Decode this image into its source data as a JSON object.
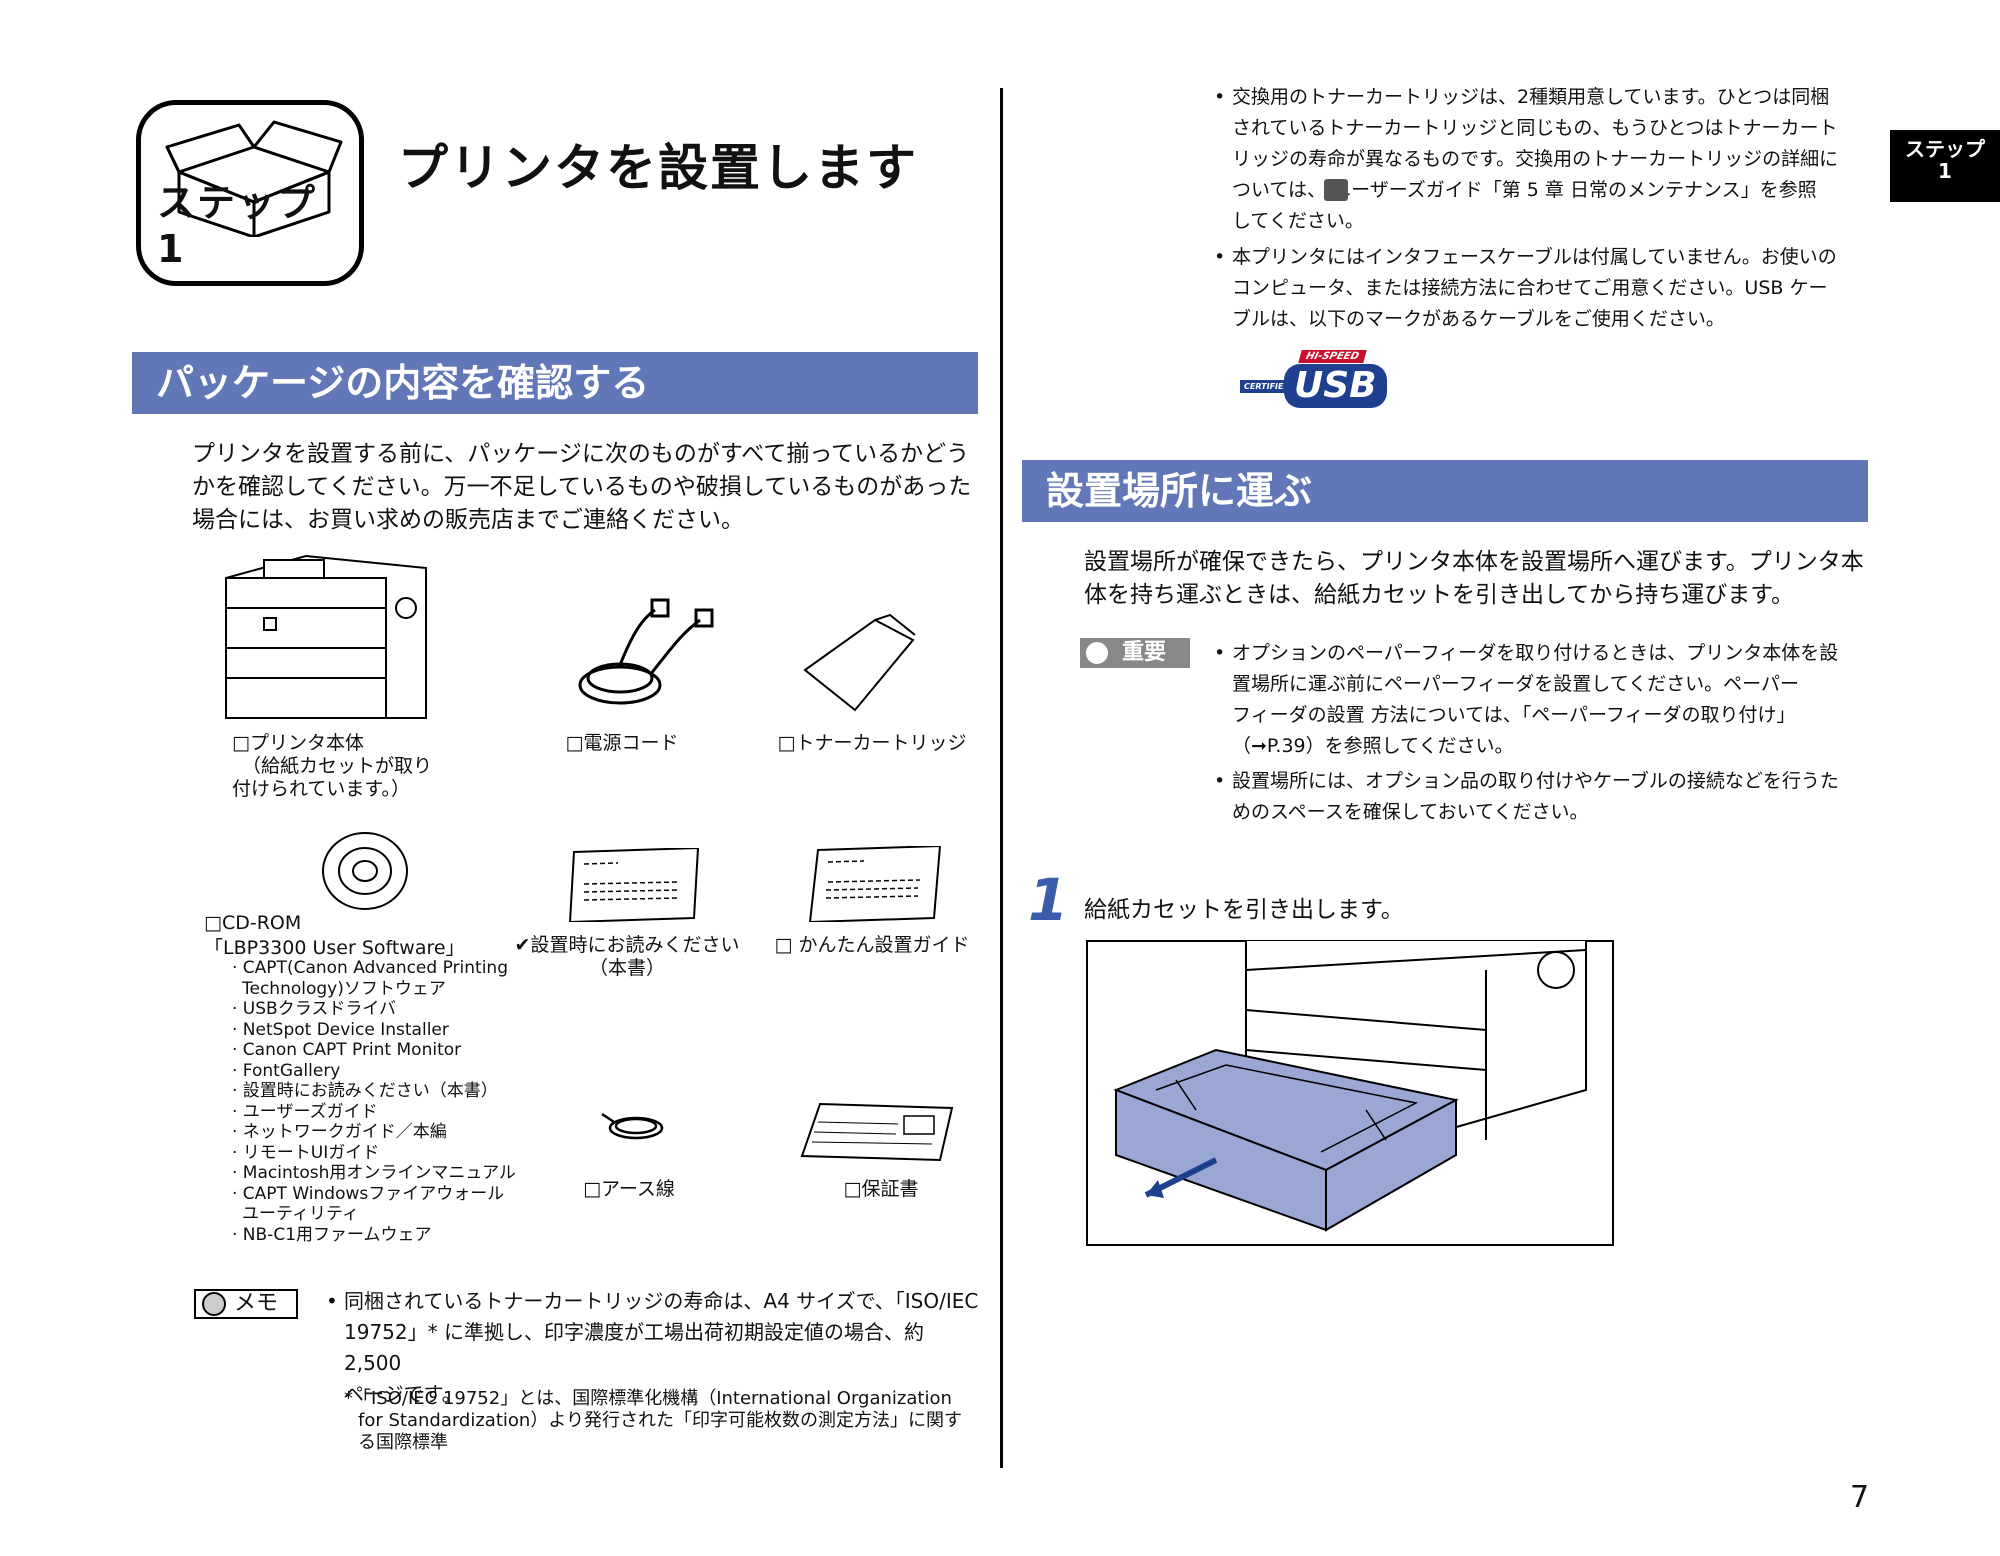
{
  "header": {
    "badge_label": "ステップ 1",
    "title": "プリンタを設置します"
  },
  "side_tab": {
    "line1": "ステップ",
    "line2": "1"
  },
  "left": {
    "section_title": "パッケージの内容を確認する",
    "intro": [
      "プリンタを設置する前に、パッケージに次のものがすべて揃っているかどう",
      "かを確認してください。万一不足しているものや破損しているものがあった",
      "場合には、お買い求めの販売店までご連絡ください。"
    ],
    "items": {
      "printer": [
        "□プリンタ本体",
        "（給紙カセットが取り",
        "付けられています。）"
      ],
      "power_cord": "□電源コード",
      "toner": "□トナーカートリッジ",
      "cdrom_title": [
        "□CD-ROM",
        "「LBP3300 User Software」"
      ],
      "cdrom_contents": [
        "· CAPT(Canon Advanced Printing",
        "  Technology)ソフトウェア",
        "· USBクラスドライバ",
        "· NetSpot Device Installer",
        "· Canon CAPT Print Monitor",
        "· FontGallery",
        "· 設置時にお読みください（本書）",
        "· ユーザーズガイド",
        "· ネットワークガイド／本編",
        "· リモートUIガイド",
        "· Macintosh用オンラインマニュアル",
        "· CAPT Windowsファイアウォール",
        "  ユーティリティ",
        "· NB-C1用ファームウェア"
      ],
      "setup_manual": [
        "✔設置時にお読みください",
        "（本書）"
      ],
      "quick_guide": "□ かんたん設置ガイド",
      "ground_wire": "□アース線",
      "warranty": "□保証書"
    },
    "memo": {
      "badge": "メモ",
      "lines": [
        "同梱されているトナーカートリッジの寿命は、A4 サイズで、「ISO/IEC",
        "19752」* に準拠し、印字濃度が工場出荷初期設定値の場合、約 2,500",
        "ページです。"
      ],
      "footnote": [
        "*「ISO/IEC 19752」とは、国際標準化機構（International Organization",
        "for Standardization）より発行された「印字可能枚数の測定方法」に関す",
        "る国際標準"
      ]
    }
  },
  "right": {
    "bullet1": [
      "交換用のトナーカートリッジは、2種類用意しています。ひとつは同梱",
      "されているトナーカートリッジと同じもの、もうひとつはトナーカート",
      "リッジの寿命が異なるものです。交換用のトナーカートリッジの詳細に",
      "ついては、  ユーザーズガイド「第 5 章 日常のメンテナンス」を参照",
      "してください。"
    ],
    "bullet2": [
      "本プリンタにはインタフェースケーブルは付属していません。お使いの",
      "コンピュータ、または接続方法に合わせてご用意ください。USB ケー",
      "ブルは、以下のマークがあるケーブルをご使用ください。"
    ],
    "usb_logo": {
      "top": "HI-SPEED",
      "left": "CERTIFIED",
      "main": "USB"
    },
    "section_title": "設置場所に運ぶ",
    "intro": [
      "設置場所が確保できたら、プリンタ本体を設置場所へ運びます。プリンタ本",
      "体を持ち運ぶときは、給紙カセットを引き出してから持ち運びます。"
    ],
    "important": {
      "badge": "重要",
      "bullet1": [
        "オプションのペーパーフィーダを取り付けるときは、プリンタ本体を設",
        "置場所に運ぶ前にペーパーフィーダを設置してください。ペーパー",
        "フィーダの設置 方法については、「ペーパーフィーダの取り付け」",
        "（➞P.39）を参照してください。"
      ],
      "bullet2": [
        "設置場所には、オプション品の取り付けやケーブルの接続などを行うた",
        "めのスペースを確保しておいてください。"
      ]
    },
    "step_number": "1",
    "step_text": "給紙カセットを引き出します。"
  },
  "page_number": "7",
  "colors": {
    "section_bar": "#6277b8",
    "step_blue": "#3b5bab",
    "tray_blue": "#9aa6d4"
  }
}
